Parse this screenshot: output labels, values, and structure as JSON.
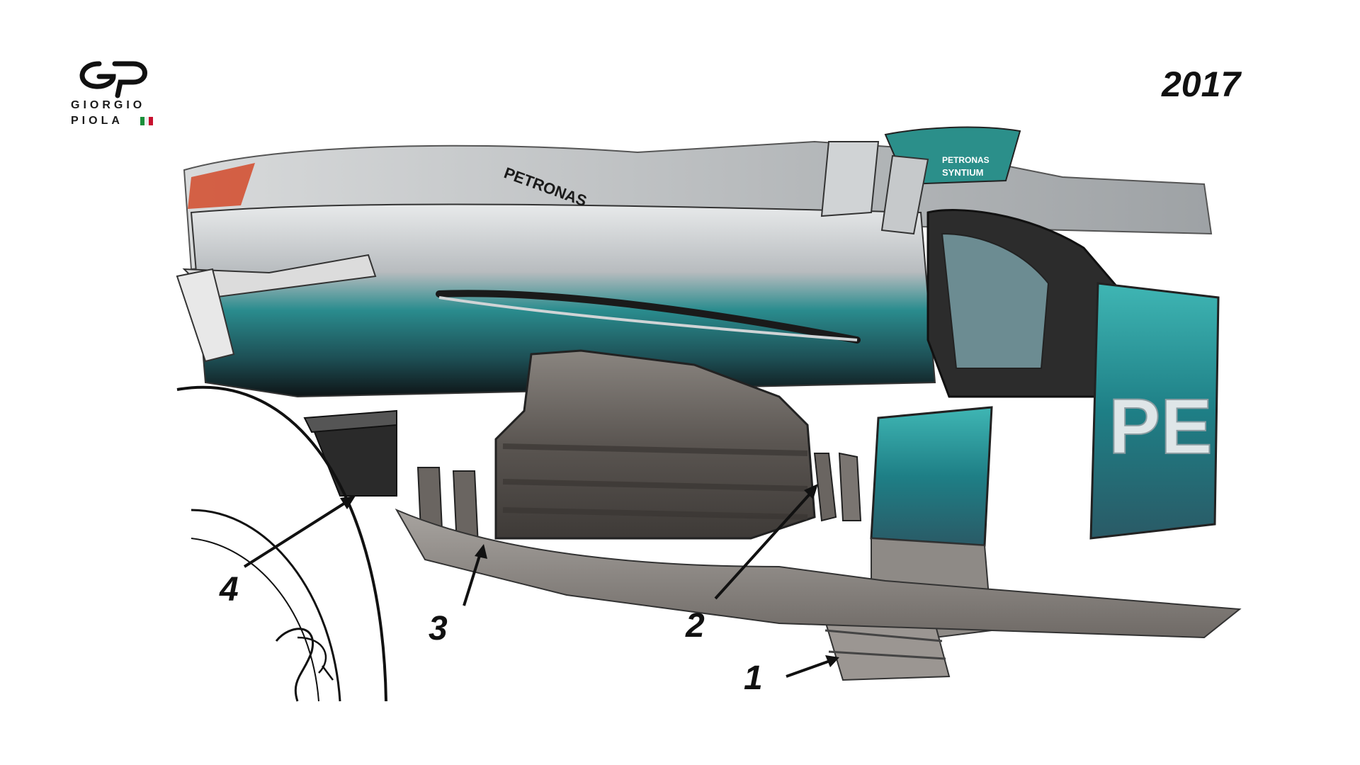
{
  "logo": {
    "line1": "GIORGIO",
    "line2": "PIOLA",
    "flag_colors": [
      "#1a8f3a",
      "#ffffff",
      "#c8102e"
    ]
  },
  "year": "2017",
  "callouts": [
    "1",
    "2",
    "3",
    "4"
  ],
  "livery": {
    "sponsor_side": "PE",
    "sponsor_engine": "PETRONAS",
    "sponsor_mirror1": "PETRONAS",
    "sponsor_mirror2": "SYNTIUM",
    "colors": {
      "silver": "#b9bcbf",
      "teal": "#1f8a8c",
      "dark": "#1c1c1c",
      "carbon": "#5d5955",
      "accent_red": "#d24a2a"
    }
  }
}
